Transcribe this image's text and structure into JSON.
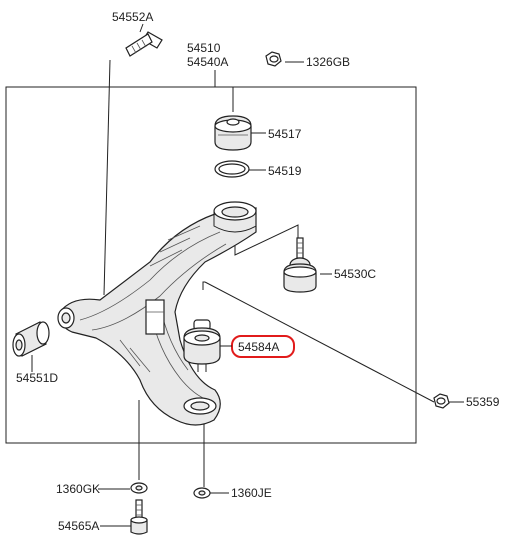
{
  "diagram": {
    "labels": {
      "bolt_top": "54552A",
      "arm_assy_1": "54510",
      "arm_assy_2": "54540A",
      "nut_top": "1326GB",
      "dust_cover": "54517",
      "ring": "54519",
      "ball_joint": "54530C",
      "bushing_g": "54584A",
      "nut_right": "55359",
      "bushing_left": "54551D",
      "washer_left": "1360GK",
      "washer_right": "1360JE",
      "bolt_bottom": "54565A"
    },
    "highlighted_part": "54584A",
    "highlight_color": "#e11b1b"
  }
}
